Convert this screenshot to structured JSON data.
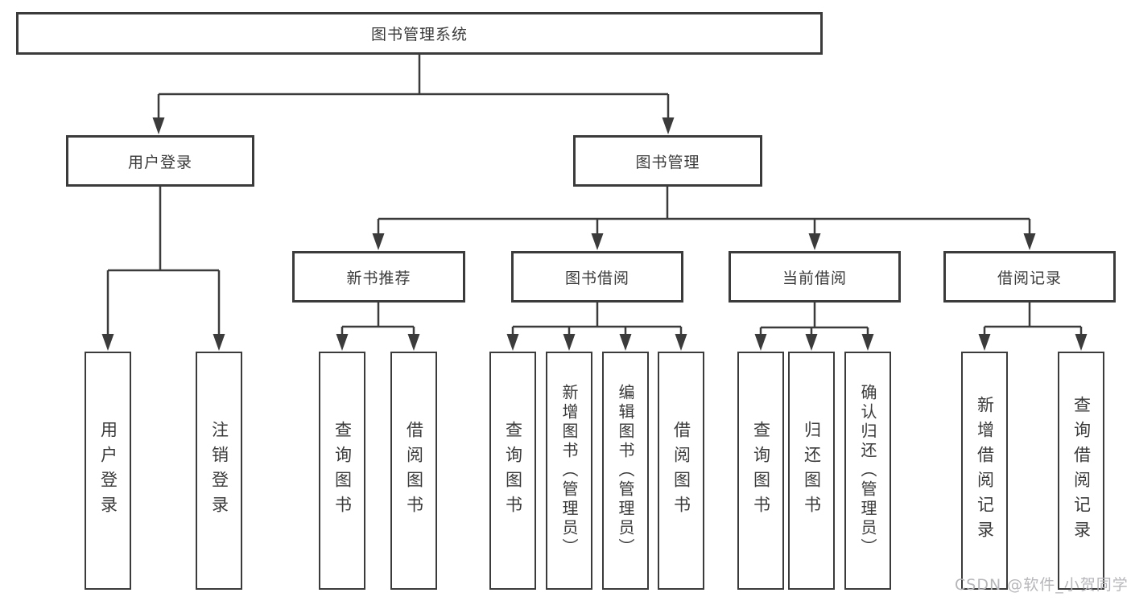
{
  "diagram": {
    "root": {
      "label": "图书管理系统"
    },
    "branches": [
      {
        "label": "用户登录"
      },
      {
        "label": "图书管理"
      }
    ],
    "modules": [
      {
        "label": "新书推荐"
      },
      {
        "label": "图书借阅"
      },
      {
        "label": "当前借阅"
      },
      {
        "label": "借阅记录"
      }
    ],
    "leaves": {
      "user": [
        {
          "label": "用户登录"
        },
        {
          "label": "注销登录"
        }
      ],
      "recommend": [
        {
          "label": "查询图书"
        },
        {
          "label": "借阅图书"
        }
      ],
      "borrow": [
        {
          "label": "查询图书"
        },
        {
          "label": "新增图书（管理员）"
        },
        {
          "label": "编辑图书（管理员）"
        },
        {
          "label": "借阅图书"
        }
      ],
      "current": [
        {
          "label": "查询图书"
        },
        {
          "label": "归还图书"
        },
        {
          "label": "确认归还（管理员）"
        }
      ],
      "records": [
        {
          "label": "新增借阅记录"
        },
        {
          "label": "查询借阅记录"
        }
      ]
    },
    "watermark": "CSDN @软件_小贺同学",
    "colors": {
      "line": "#3b3b3b",
      "box_border": "#3b3b3b",
      "box_fill": "#ffffff",
      "text": "#3a3a3a",
      "watermark": "#b7b7bb"
    }
  }
}
